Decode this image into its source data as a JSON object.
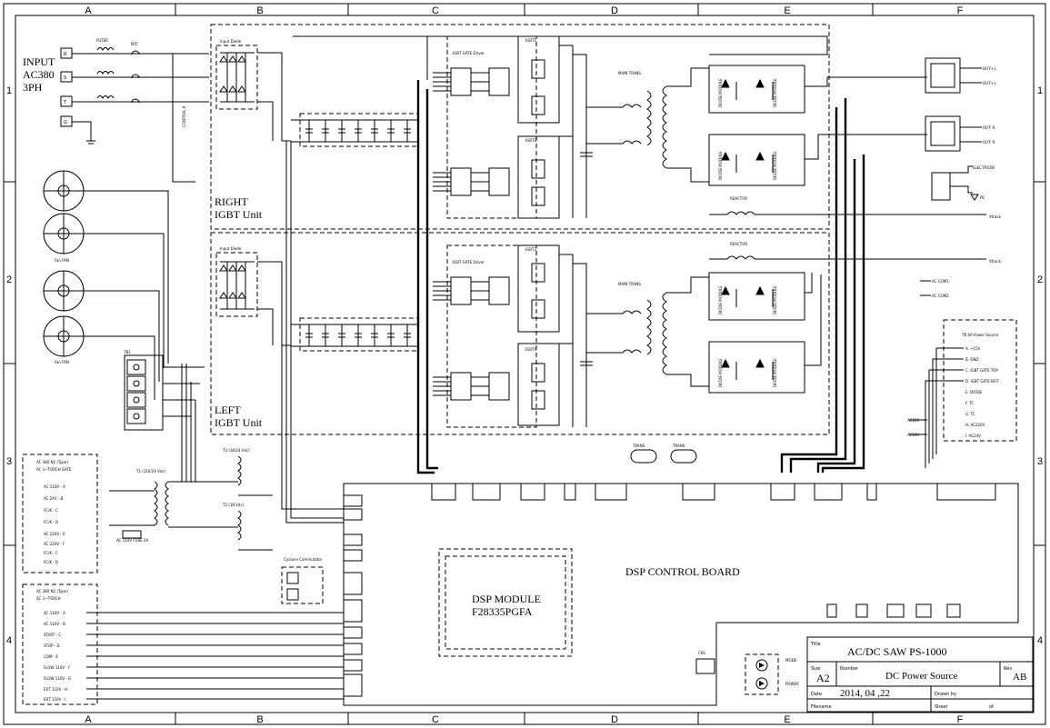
{
  "grid": {
    "columns": [
      "A",
      "B",
      "C",
      "D",
      "E",
      "F"
    ],
    "rows": [
      "1",
      "2",
      "3",
      "4"
    ]
  },
  "input": {
    "title": "INPUT",
    "voltage": "AC380",
    "phase": "3PH",
    "phases": [
      "R",
      "S",
      "T",
      "G"
    ],
    "filter": "FILTER",
    "ntc": "NTC",
    "control_a": "CONTROL A"
  },
  "units": {
    "right_title": "RIGHT",
    "right_sub": "IGBT Unit",
    "left_title": "LEFT",
    "left_sub": "IGBT Unit",
    "input_diode": "Input Diode",
    "gate_driver": "IGBT GATE Driver",
    "transformer": "MAIN TRANS",
    "igbt1": "IGBT1",
    "igbt2": "IGBT2",
    "reactor": "REACTOR",
    "diode": "DIODE MODULE"
  },
  "fans": {
    "top": "Fan FAN",
    "bottom": "Fan FAN",
    "tb": "TB1"
  },
  "outputs": {
    "labels": [
      "OUT+ L",
      "OUT+ L",
      "OUT- R",
      "OUT- R",
      "ELECTRODE",
      "Vtrack",
      "Vtrack",
      "AC COM1",
      "AC COM2",
      "AC220",
      "AC24V"
    ],
    "pe": "PE"
  },
  "transformers": {
    "t1": "T1 (110/24 Vdc)",
    "t2": "T2 (18 Vdc)",
    "t3": "T3 (18/24 Vdc)",
    "ac": "AC 110V FUSE 2A"
  },
  "terminal_left_top": {
    "title": "AC 380 N2 (Type)",
    "subtitle": "AC 1~TORCH GATE",
    "rows": [
      "AC 110V - A",
      "AC 24V - B",
      "FC/K - C",
      "FC/K - D",
      "AC 220V - E",
      "AC 220V - F",
      "FC/K - C",
      "FC/K - D",
      ". . . . ."
    ]
  },
  "terminal_left_bottom": {
    "title": "AC 380 N2 (Type)",
    "subtitle": "AC 1~TORCH",
    "rows": [
      "AC 110V - A",
      "AC 110V - B",
      "START - C",
      "STOP - D",
      "COM - E",
      "FLOW 110V - F",
      "FLOW 110V - G",
      "EXT 110V - H",
      "EXT 110V - I"
    ]
  },
  "right_terminal": {
    "title": "TB 6A Power Source",
    "rows": [
      "A. +15V",
      "B. GND",
      "C. IGBT GATE TOP",
      "D. IGBT GATE BOT",
      "E. DIODE",
      "F. TC",
      "G. TC",
      "H. AC220V",
      "I. AC24V"
    ]
  },
  "board": {
    "title": "DSP CONTROL BOARD",
    "module_title": "DSP MODULE",
    "module_chip": "F28335PGFA",
    "mode": "MODE",
    "power": "POWER",
    "connector": "CN1",
    "cyclone": "Cyclone Commutator",
    "sensors": [
      "TRANS",
      "TRANS"
    ]
  },
  "title_block": {
    "title_label": "Title",
    "title": "AC/DC SAW PS-1000",
    "size_label": "Size",
    "size": "A2",
    "number_label": "Number",
    "number": "DC Power Source",
    "rev_label": "Rev",
    "rev": "AB",
    "date_label": "Date",
    "date": "2014, 04 ,22",
    "drawn_label": "Drawn by",
    "filename_label": "Filename",
    "sheet_label": "Sheet",
    "of_label": "of"
  }
}
